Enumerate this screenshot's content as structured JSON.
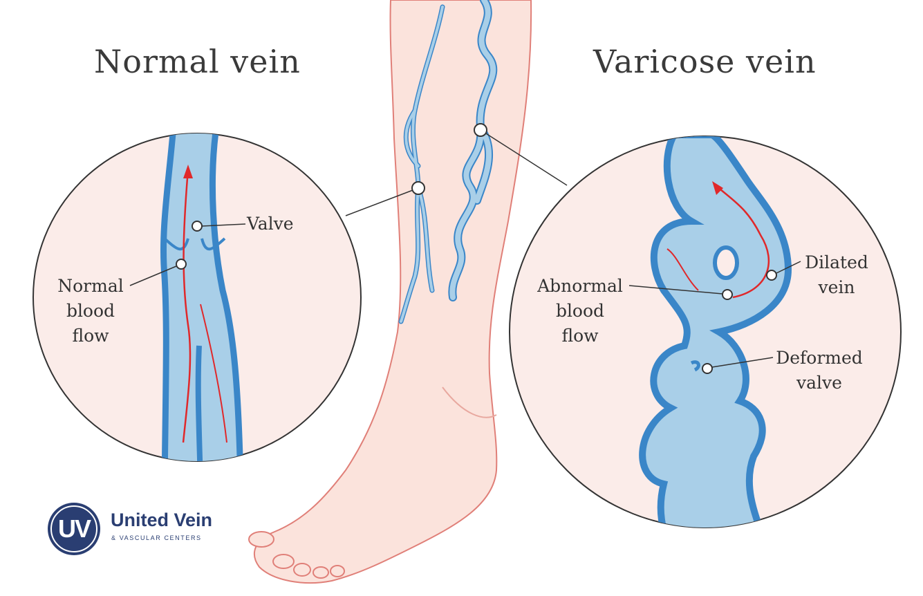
{
  "titles": {
    "left": "Normal vein",
    "right": "Varicose vein"
  },
  "labels": {
    "valve": "Valve",
    "normal_blood_flow": "Normal\nblood\nflow",
    "dilated_vein": "Dilated\nvein",
    "abnormal_blood_flow": "Abnormal\nblood\nflow",
    "deformed_valve": "Deformed\nvalve"
  },
  "logo": {
    "name": "United Vein",
    "subtitle": "& VASCULAR CENTERS",
    "monogram": "UV"
  },
  "colors": {
    "vein_fill": "#a9cfe8",
    "vein_outline": "#3a86c8",
    "skin": "#fbe3dc",
    "skin_outline": "#e07f78",
    "blood_flow": "#e0282a",
    "circle_bg": "#fbece9",
    "brand": "#2a3e72"
  }
}
